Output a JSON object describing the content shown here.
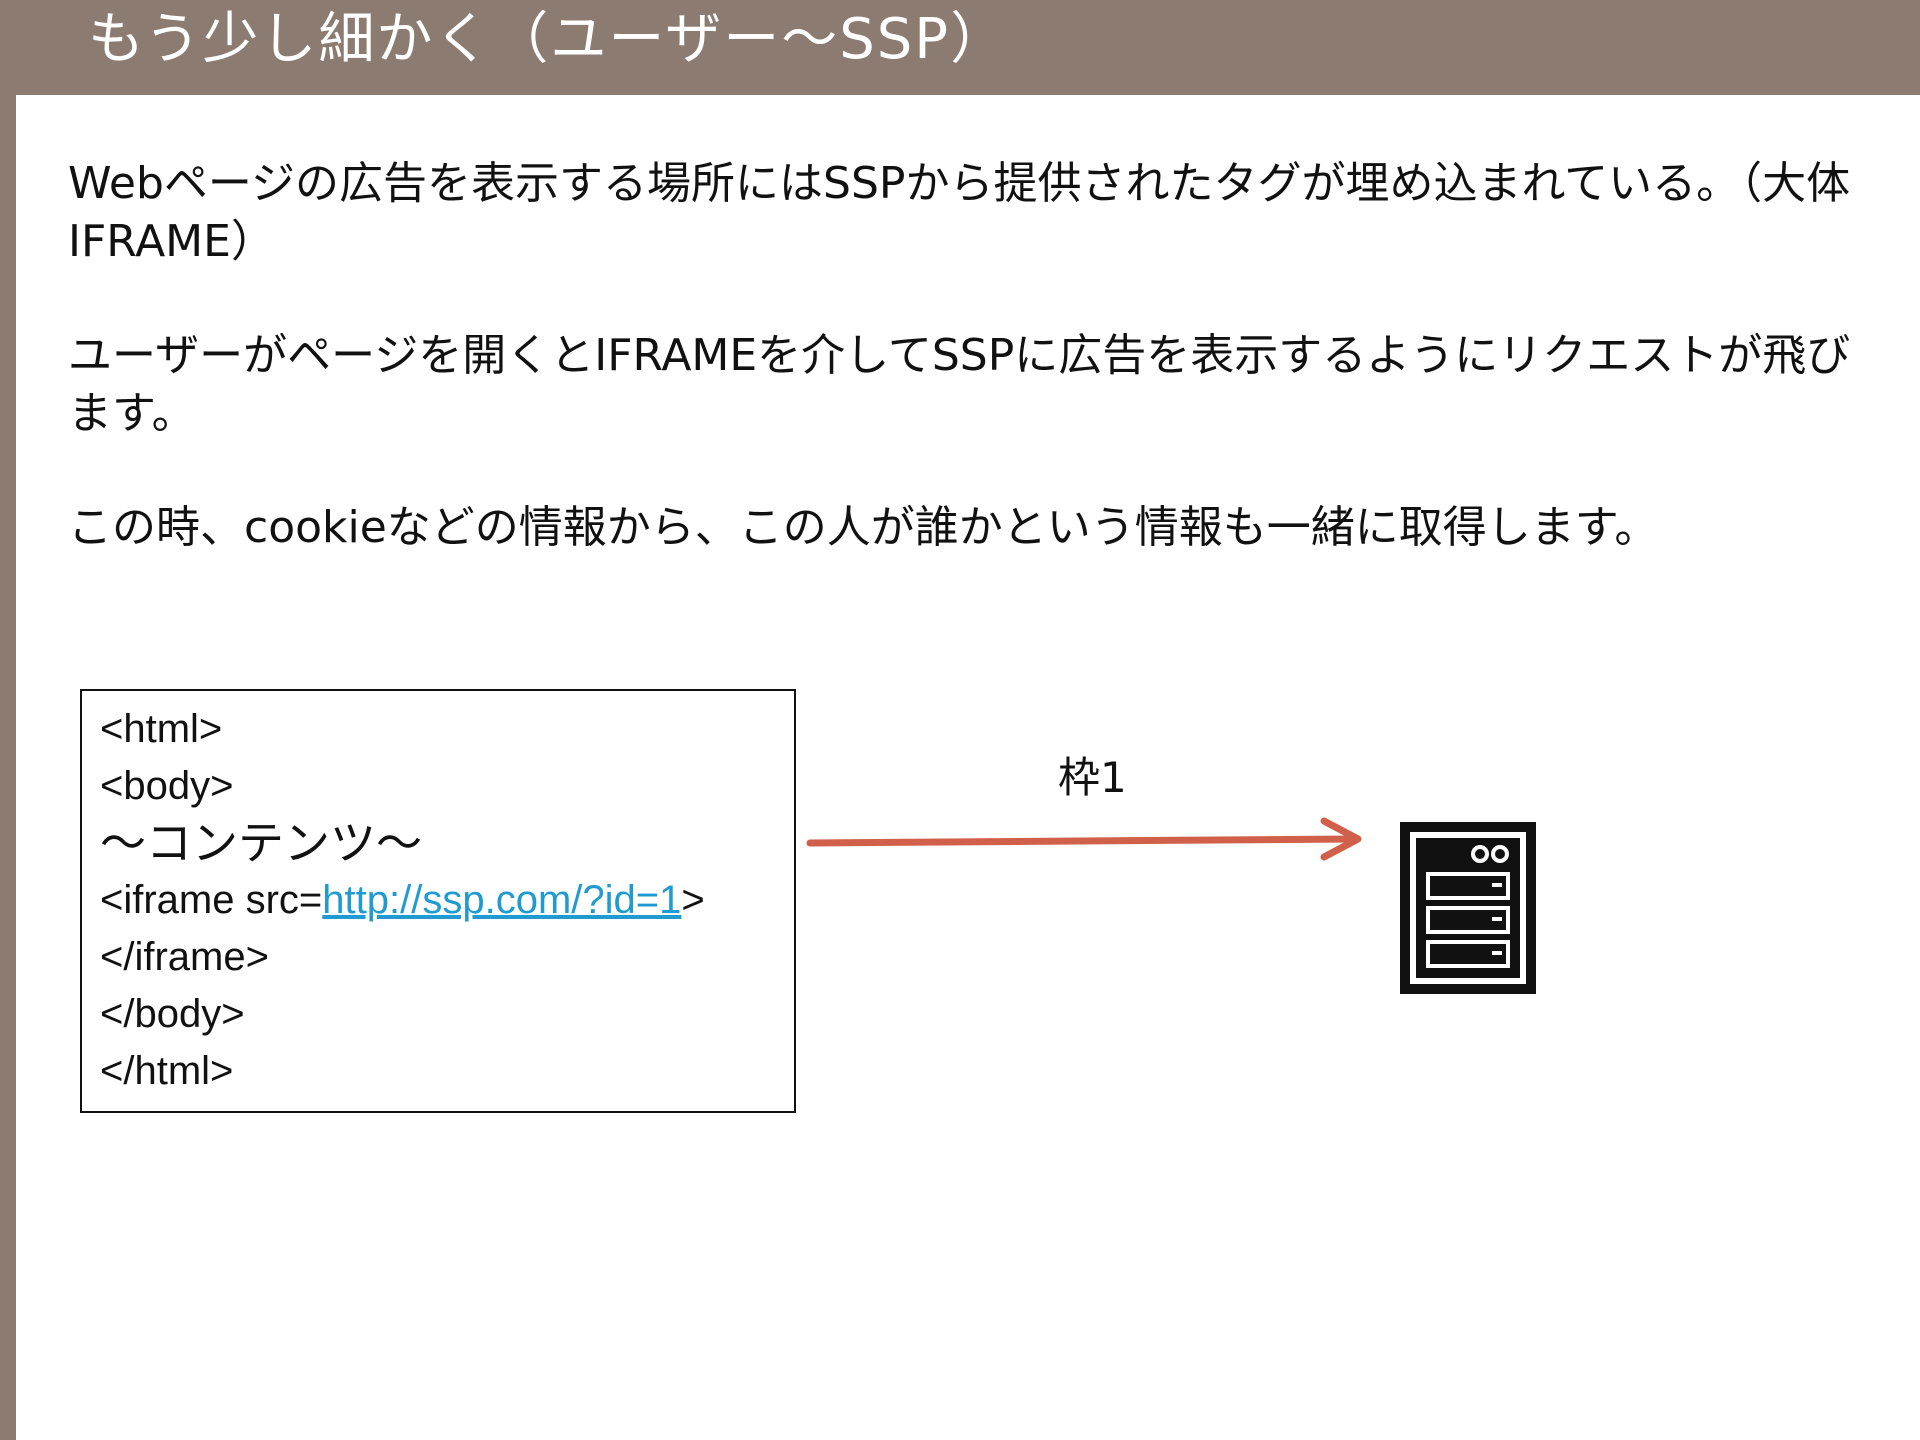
{
  "slide": {
    "title": "もう少し細かく（ユーザー～SSP）",
    "paragraphs": [
      "Webページの広告を表示する場所にはSSPから提供されたタグが埋め込まれている。（大体 IFRAME）",
      "ユーザーがページを開くとIFRAMEを介してSSPに広告を表示するようにリクエストが飛びます。",
      "この時、cookieなどの情報から、この人が誰かという情報も一緒に取得します。"
    ]
  },
  "code_box": {
    "line1": "<html>",
    "line2": "<body>",
    "line3": "～コンテンツ～",
    "line4_prefix": "<iframe src=",
    "line4_link": "http://ssp.com/?id=1",
    "line4_suffix": ">",
    "line5": "</iframe>",
    "line6": "</body>",
    "line7": "</html>"
  },
  "arrow": {
    "label": "枠1",
    "color": "#d0604a"
  },
  "icons": {
    "server": "server-icon"
  },
  "colors": {
    "frame": "#8c7b71",
    "link": "#1f9bd1",
    "arrow": "#d0604a"
  }
}
